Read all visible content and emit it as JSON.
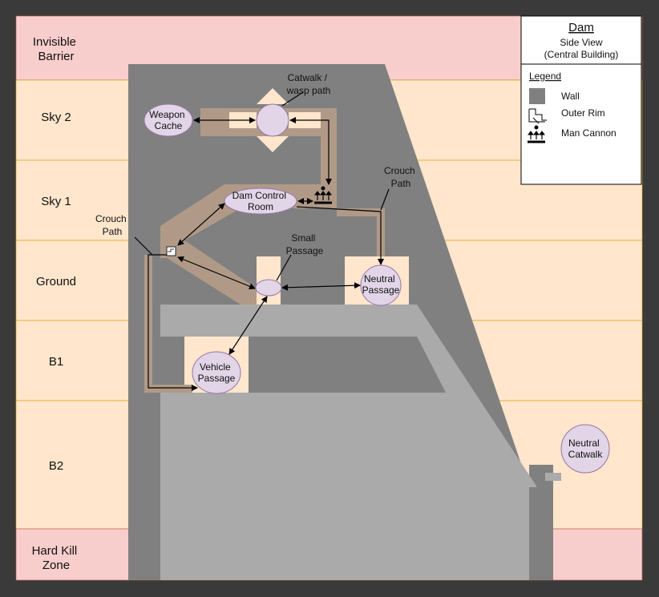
{
  "colors": {
    "frame": "#3a3a3a",
    "band_peach": "#ffe6cc",
    "band_pink": "#f8cecc",
    "band_line": "#d79b00",
    "wall": "#808080",
    "floor_light": "#aaaaaa",
    "path": "#b09a87",
    "room_fill": "#e1d5e7",
    "room_stroke": "#9673a6"
  },
  "bands": [
    {
      "id": "invisible-barrier",
      "lines": [
        "Invisible",
        "Barrier"
      ],
      "tone": "pink"
    },
    {
      "id": "sky-2",
      "lines": [
        "Sky 2"
      ],
      "tone": "peach"
    },
    {
      "id": "sky-1",
      "lines": [
        "Sky 1"
      ],
      "tone": "peach"
    },
    {
      "id": "ground",
      "lines": [
        "Ground"
      ],
      "tone": "peach"
    },
    {
      "id": "b1",
      "lines": [
        "B1"
      ],
      "tone": "peach"
    },
    {
      "id": "b2",
      "lines": [
        "B2"
      ],
      "tone": "peach"
    },
    {
      "id": "hard-kill-zone",
      "lines": [
        "Hard Kill",
        "Zone"
      ],
      "tone": "pink"
    }
  ],
  "rooms": {
    "weapon_cache": [
      "Weapon",
      "Cache"
    ],
    "dam_control_room": [
      "Dam Control",
      "Room"
    ],
    "neutral_passage": [
      "Neutral",
      "Passage"
    ],
    "vehicle_passage": [
      "Vehicle",
      "Passage"
    ],
    "neutral_catwalk": [
      "Neutral",
      "Catwalk"
    ]
  },
  "annotations": {
    "catwalk": [
      "Catwalk /",
      "wasp path"
    ],
    "small_passage": [
      "Small",
      "Passage"
    ],
    "crouch_path_left": [
      "Crouch",
      "Path"
    ],
    "crouch_path_right": [
      "Crouch",
      "Path"
    ]
  },
  "legend": {
    "title": "Dam",
    "subtitle": "Side View",
    "subtitle2": "(Central Building)",
    "heading": "Legend",
    "items": {
      "wall": "Wall",
      "outer_rim": "Outer Rim",
      "man_cannon": "Man Cannon"
    }
  }
}
